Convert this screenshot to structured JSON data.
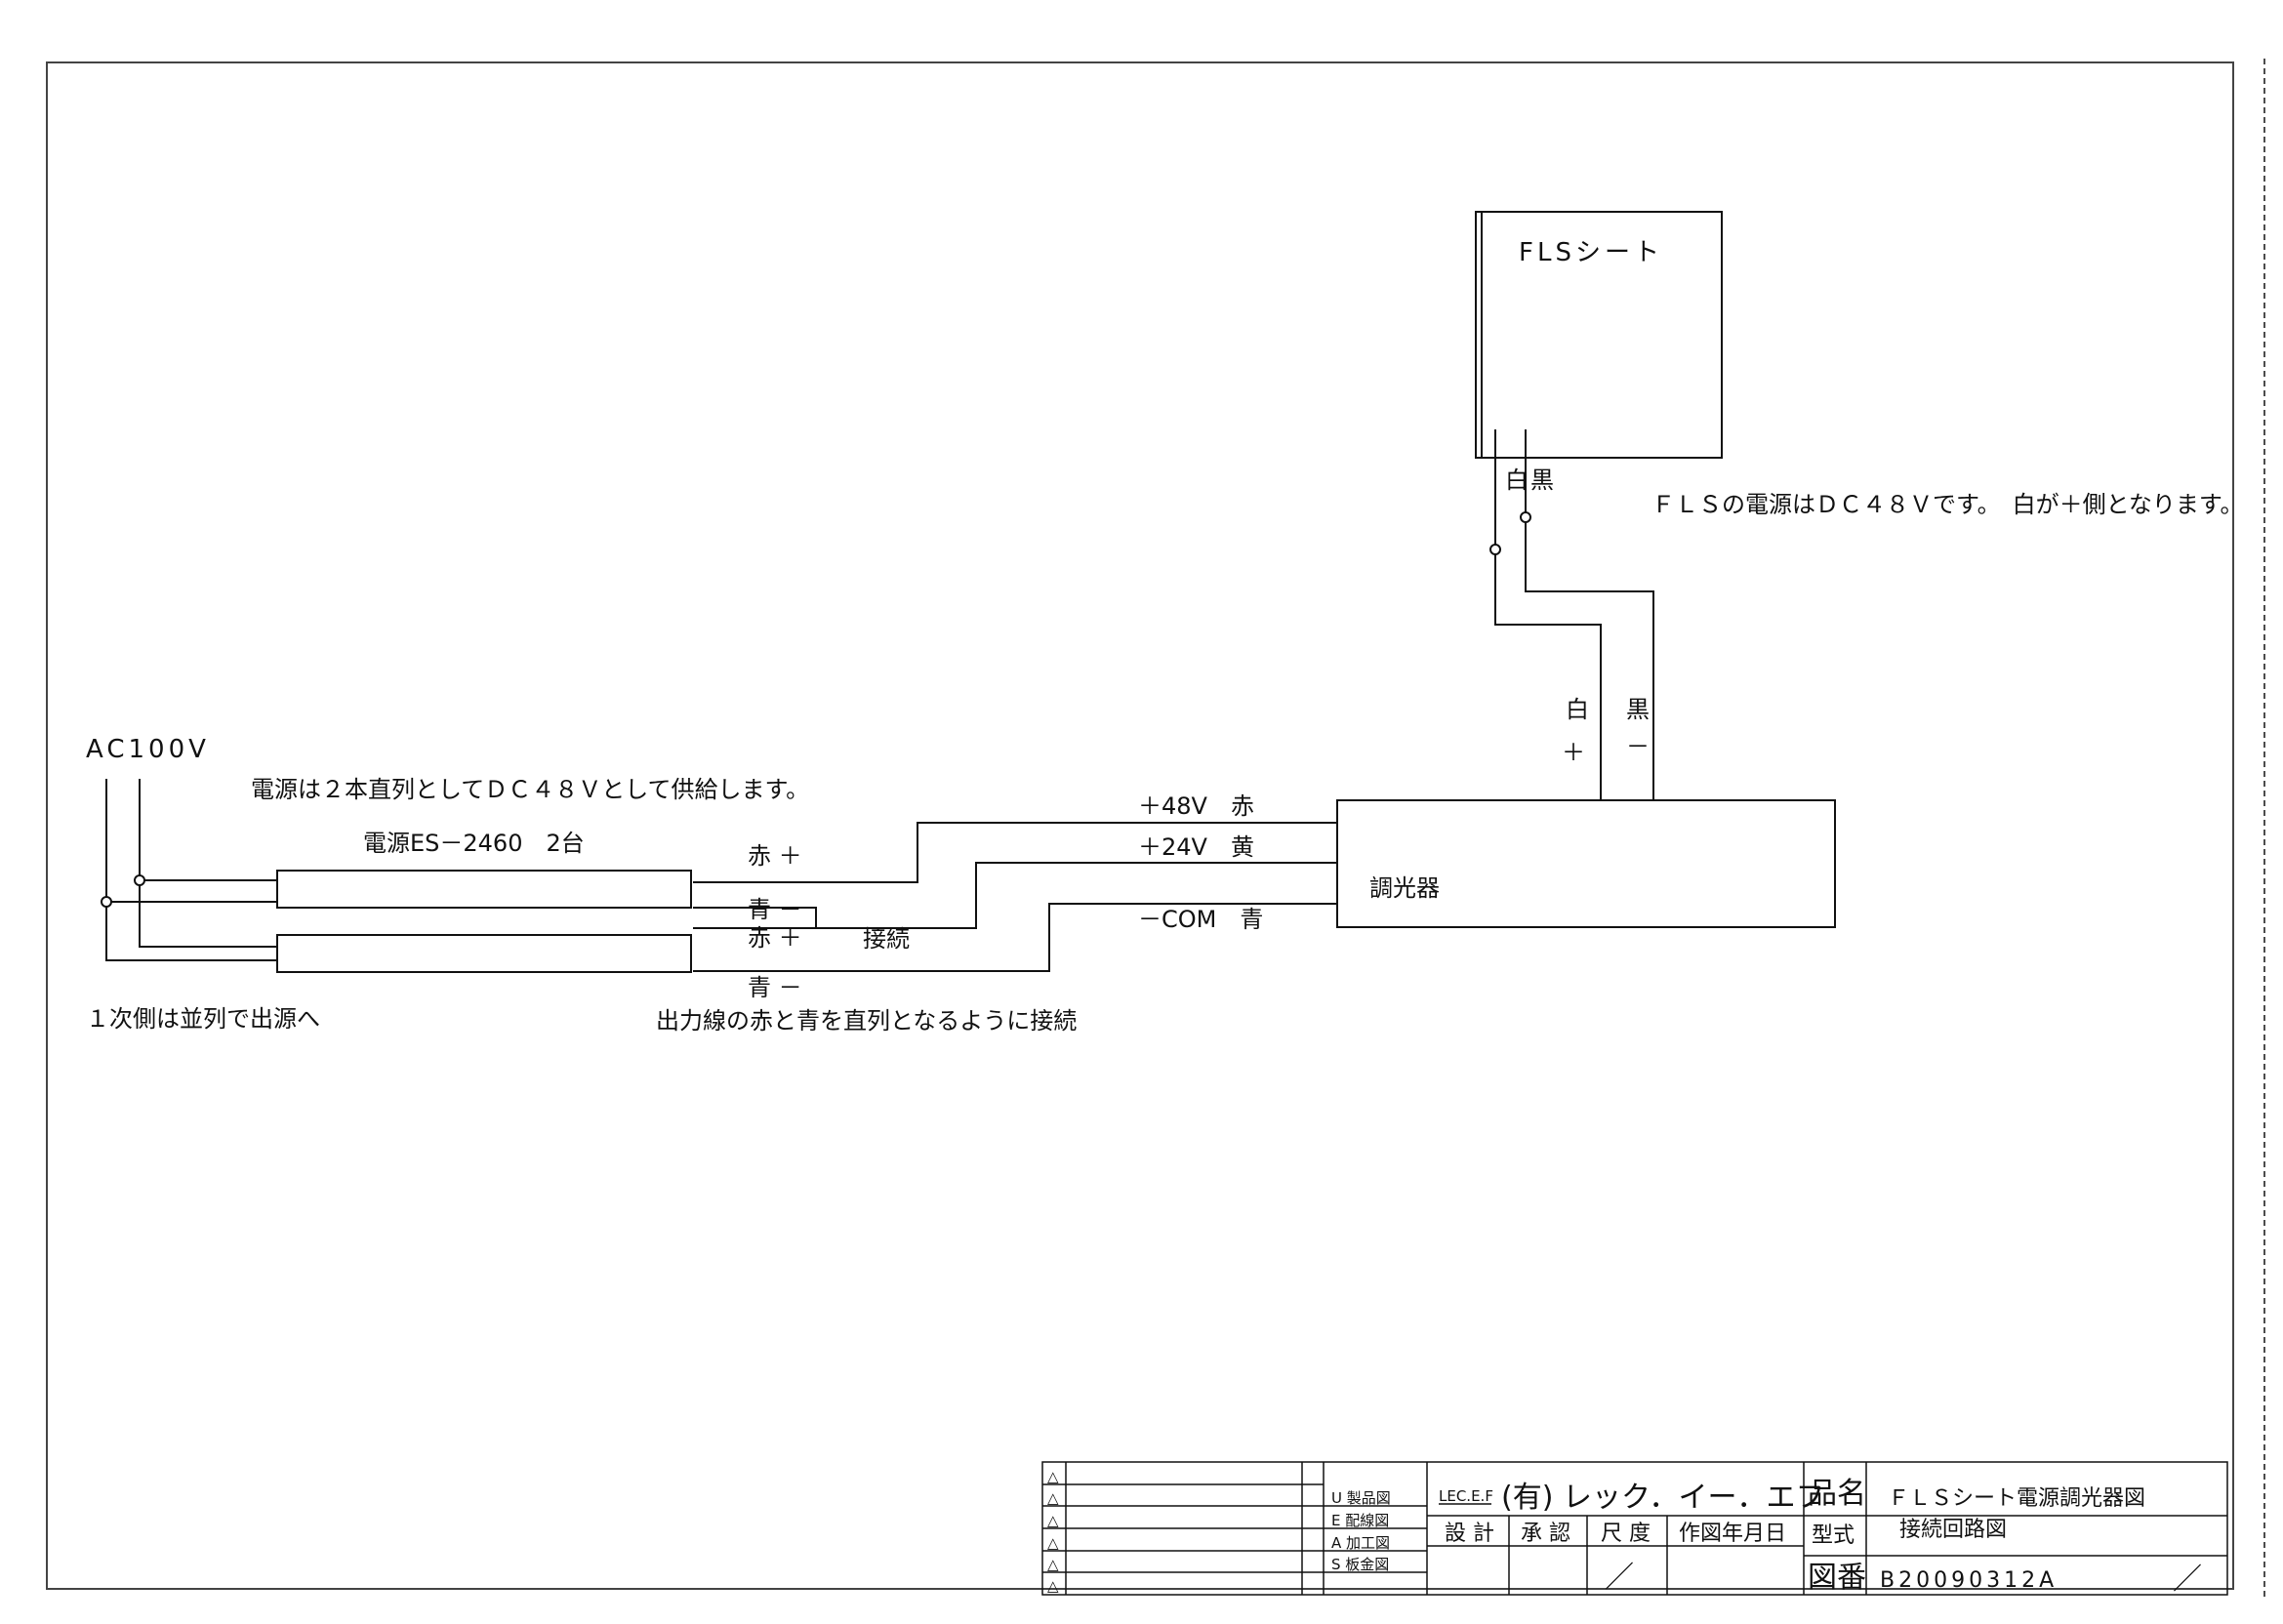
{
  "components": {
    "fls_sheet": "FLSシート",
    "dimmer": "調光器",
    "power_supply": "電源ES－2460　2台"
  },
  "labels": {
    "ac_input": "AC100V",
    "supply_note": "電源は２本直列としてＤＣ４８Ｖとして供給します。",
    "primary_note": "１次側は並列で出源へ",
    "output_note": "出力線の赤と青を直列となるように接続",
    "connect": "接続",
    "fls_note": "ＦＬＳの電源はＤＣ４８Ｖです。　白が＋側となります。",
    "fls_white": "白",
    "fls_black": "黒",
    "wire_white": "白",
    "wire_black": "黒",
    "plus": "＋",
    "minus": "－"
  },
  "psu_terminals": {
    "red_plus_1": "赤 ＋",
    "blue_minus_1": "青 －",
    "red_plus_2": "赤 ＋",
    "blue_minus_2": "青 －"
  },
  "dimmer_inputs": {
    "v48": "＋48V　赤",
    "v24": "＋24V　黄",
    "com": "－COM　青"
  },
  "title_block": {
    "revision_marks": [
      "△",
      "△",
      "△",
      "△",
      "△",
      "△"
    ],
    "drawing_types": [
      "U 製品図",
      "E 配線図",
      "A 加工図",
      "S 板金図"
    ],
    "company_logo": "LEC.E.F",
    "company_name": "(有) レック．イー．エフ",
    "columns": [
      "設 計",
      "承 認",
      "尺 度",
      "作図年月日"
    ],
    "scale_value": "／",
    "name_label": "品名",
    "model_label": "型式",
    "number_label": "図番",
    "product_name": "ＦＬＳシート電源調光器図",
    "model_name": "接続回路図",
    "drawing_number": "B20090312A",
    "sheet_mark": "／"
  }
}
